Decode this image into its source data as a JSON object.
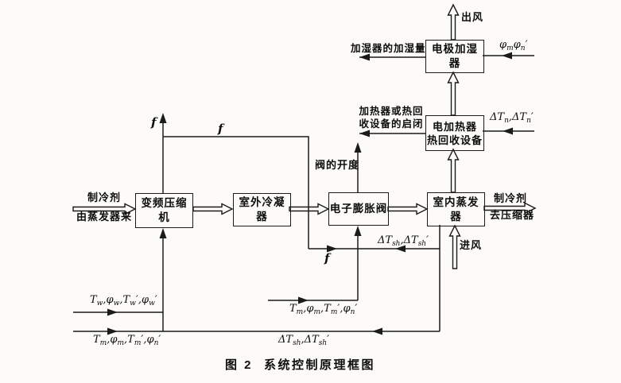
{
  "colors": {
    "line": "#1b1b1b",
    "paper": "#fcfbf8"
  },
  "boxes": {
    "compressor": "变频压缩机",
    "condenser": "室外冷凝器",
    "valve": "电子膨胀阀",
    "evaporator": "室内蒸发器",
    "heater_line1": "电加热器",
    "heater_line2": "热回收设备",
    "humidifier": "电极加湿器"
  },
  "labels": {
    "refrigerant_in_1": "制冷剂",
    "refrigerant_in_2": "由蒸发器来",
    "refrigerant_out_1": "制冷剂",
    "refrigerant_out_2": "去压缩器",
    "air_out": "出风",
    "air_in": "进风",
    "humidifier_output": "加湿器的加湿量",
    "heater_output_1": "加热器或热回",
    "heater_output_2": "收设备的启闭",
    "valve_opening": "阀的开度"
  },
  "signals": {
    "humidity_feedback": "φ_{m}φ_{n}′",
    "heater_feedback": "ΔT_{n},ΔT_{n}′",
    "f_top": "f",
    "f_branch": "f",
    "f_to_valve": "f",
    "superheat_mid": "ΔT_{sh},ΔT_{sh}′",
    "superheat_bottom": "ΔT_{sh},ΔT_{sh}′",
    "outdoor_sensors": "T_{w},φ_{w},T_{w}′,φ_{w}′",
    "indoor_sensors_bottom": "T_{m},φ_{m},T_{m}′,φ_{n}′",
    "indoor_sensors_valve": "T_{m},φ_{m},T_{m}′,φ_{n}′"
  },
  "caption": {
    "prefix": "图 2",
    "text": "系统控制原理框图"
  }
}
